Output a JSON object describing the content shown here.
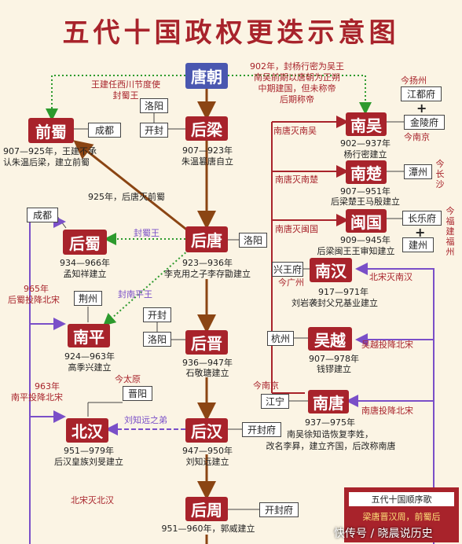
{
  "title": "五代十国政权更迭示意图",
  "main": {
    "tang": "唐朝",
    "houliang": {
      "name": "后梁",
      "years": "907—923年",
      "note": "朱温篡唐自立",
      "capital": "开封",
      "old_capital": "洛阳"
    },
    "houtang": {
      "name": "后唐",
      "years": "923—936年",
      "note": "李克用之子李存勖建立",
      "capital": "洛阳"
    },
    "houjin": {
      "name": "后晋",
      "years": "936—947年",
      "note": "石敬瑭建立",
      "capital": "开封",
      "old_capital": "洛阳"
    },
    "houhan": {
      "name": "后汉",
      "years": "947—950年",
      "note": "刘知远建立",
      "capital": "开封府"
    },
    "houzhou": {
      "name": "后周",
      "years": "951—960年，郭威建立",
      "capital": "开封府"
    }
  },
  "left": {
    "qianshu": {
      "name": "前蜀",
      "capital": "成都",
      "years": "907—925年，王建不承",
      "note": "认朱温后梁，建立前蜀",
      "link": "王建任西川节度使\n封蜀王"
    },
    "houshu": {
      "name": "后蜀",
      "capital": "成都",
      "years": "934—966年",
      "note": "孟知祥建立",
      "link_top": "925年，后唐灭前蜀",
      "link": "封蜀王",
      "fall_year": "965年",
      "fall": "后蜀投降北宋"
    },
    "nanping": {
      "name": "南平",
      "capital": "荆州",
      "years": "924—963年",
      "note": "高季兴建立",
      "link": "封南平王",
      "fall_year": "963年",
      "fall": "南平投降北宋"
    },
    "beihan": {
      "name": "北汉",
      "capital": "晋阳",
      "prev": "今太原",
      "years": "951—979年",
      "note": "后汉皇族刘旻建立",
      "link": "刘知远之弟",
      "fall": "北宋灭北汉"
    }
  },
  "right": {
    "wu_note": "902年，封杨行密为吴王\n南吴前期以唐朝为正朔\n中期建国，但未称帝\n后期称帝",
    "nanwu": {
      "name": "南吴",
      "years": "902—937年",
      "note": "杨行密建立",
      "capital1": "江都府",
      "capital1_now": "今扬州",
      "capital2": "金陵府",
      "capital2_now": "今南京"
    },
    "nanchu": {
      "name": "南楚",
      "years": "907—951年",
      "note": "后梁楚王马殷建立",
      "capital": "潭州",
      "capital_now": "今长沙",
      "fall": "南唐灭南楚"
    },
    "minguo": {
      "name": "闽国",
      "years": "909—945年",
      "note": "后梁闽王王审知建立",
      "capital1": "长乐府",
      "capital2": "建州",
      "capital_now": "今福建福州",
      "fall": "南唐灭闽国"
    },
    "nanhan": {
      "name": "南汉",
      "years": "917—971年",
      "note": "刘岩袭封父兄基业建立",
      "capital": "兴王府",
      "capital_now": "今广州",
      "fall": "北宋灭南汉"
    },
    "wuyue": {
      "name": "吴越",
      "years": "907—978年",
      "note": "钱镠建立",
      "capital": "杭州",
      "fall": "吴越投降北宋"
    },
    "nantang": {
      "name": "南唐",
      "years": "937—975年",
      "note1": "南吴徐知诰恢复李姓，",
      "note2": "改名李昪，建立齐国，后改称南唐",
      "capital": "江宁",
      "capital_now": "今南京",
      "fall": "南唐投降北宋",
      "top": "南唐灭南吴"
    }
  },
  "legend": {
    "heading": "五代十国顺序歌",
    "text": "梁唐晋汉周，前蜀后"
  },
  "watermark": "快传号 / 晓晨说历史",
  "colors": {
    "red": "#a8232b",
    "blue": "#4a57b0",
    "green": "#2d9a2d",
    "purple": "#7a4fc8",
    "brown": "#8b4513"
  }
}
